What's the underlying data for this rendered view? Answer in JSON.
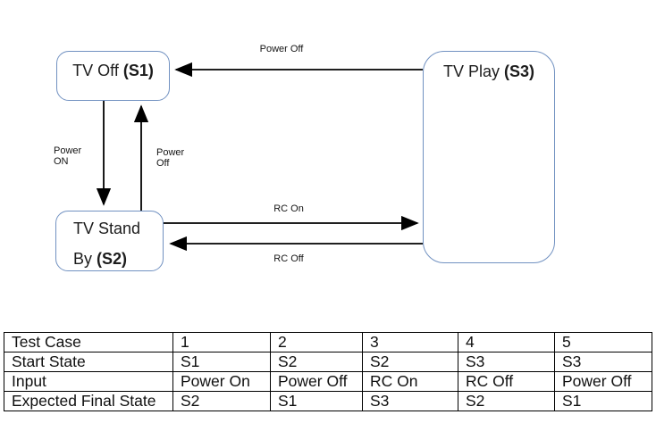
{
  "colors": {
    "state_border": "#7191c1",
    "arrow": "#000000",
    "table_border": "#000000",
    "text": "#111111"
  },
  "diagram": {
    "states": {
      "tv_off": {
        "label": "TV Off",
        "code": "(S1)"
      },
      "tv_standby": {
        "line1": "TV Stand",
        "line2": "By",
        "code": "(S2)"
      },
      "tv_play": {
        "label": "TV Play",
        "code": "(S3)"
      }
    },
    "transitions": {
      "power_off_top": "Power Off",
      "power_on": {
        "line1": "Power",
        "line2": "ON"
      },
      "power_off_vertical": {
        "line1": "Power",
        "line2": "Off"
      },
      "rc_on": "RC On",
      "rc_off": "RC Off"
    }
  },
  "table": {
    "rows": [
      {
        "cells": [
          "Test Case",
          "1",
          "2",
          "3",
          "4",
          "5"
        ]
      },
      {
        "cells": [
          "Start State",
          "S1",
          "S2",
          "S2",
          "S3",
          "S3"
        ]
      },
      {
        "cells": [
          "Input",
          "Power On",
          "Power Off",
          "RC On",
          "RC Off",
          "Power Off"
        ]
      },
      {
        "cells": [
          "Expected Final State",
          "S2",
          "S1",
          "S3",
          "S2",
          "S1"
        ]
      }
    ]
  }
}
